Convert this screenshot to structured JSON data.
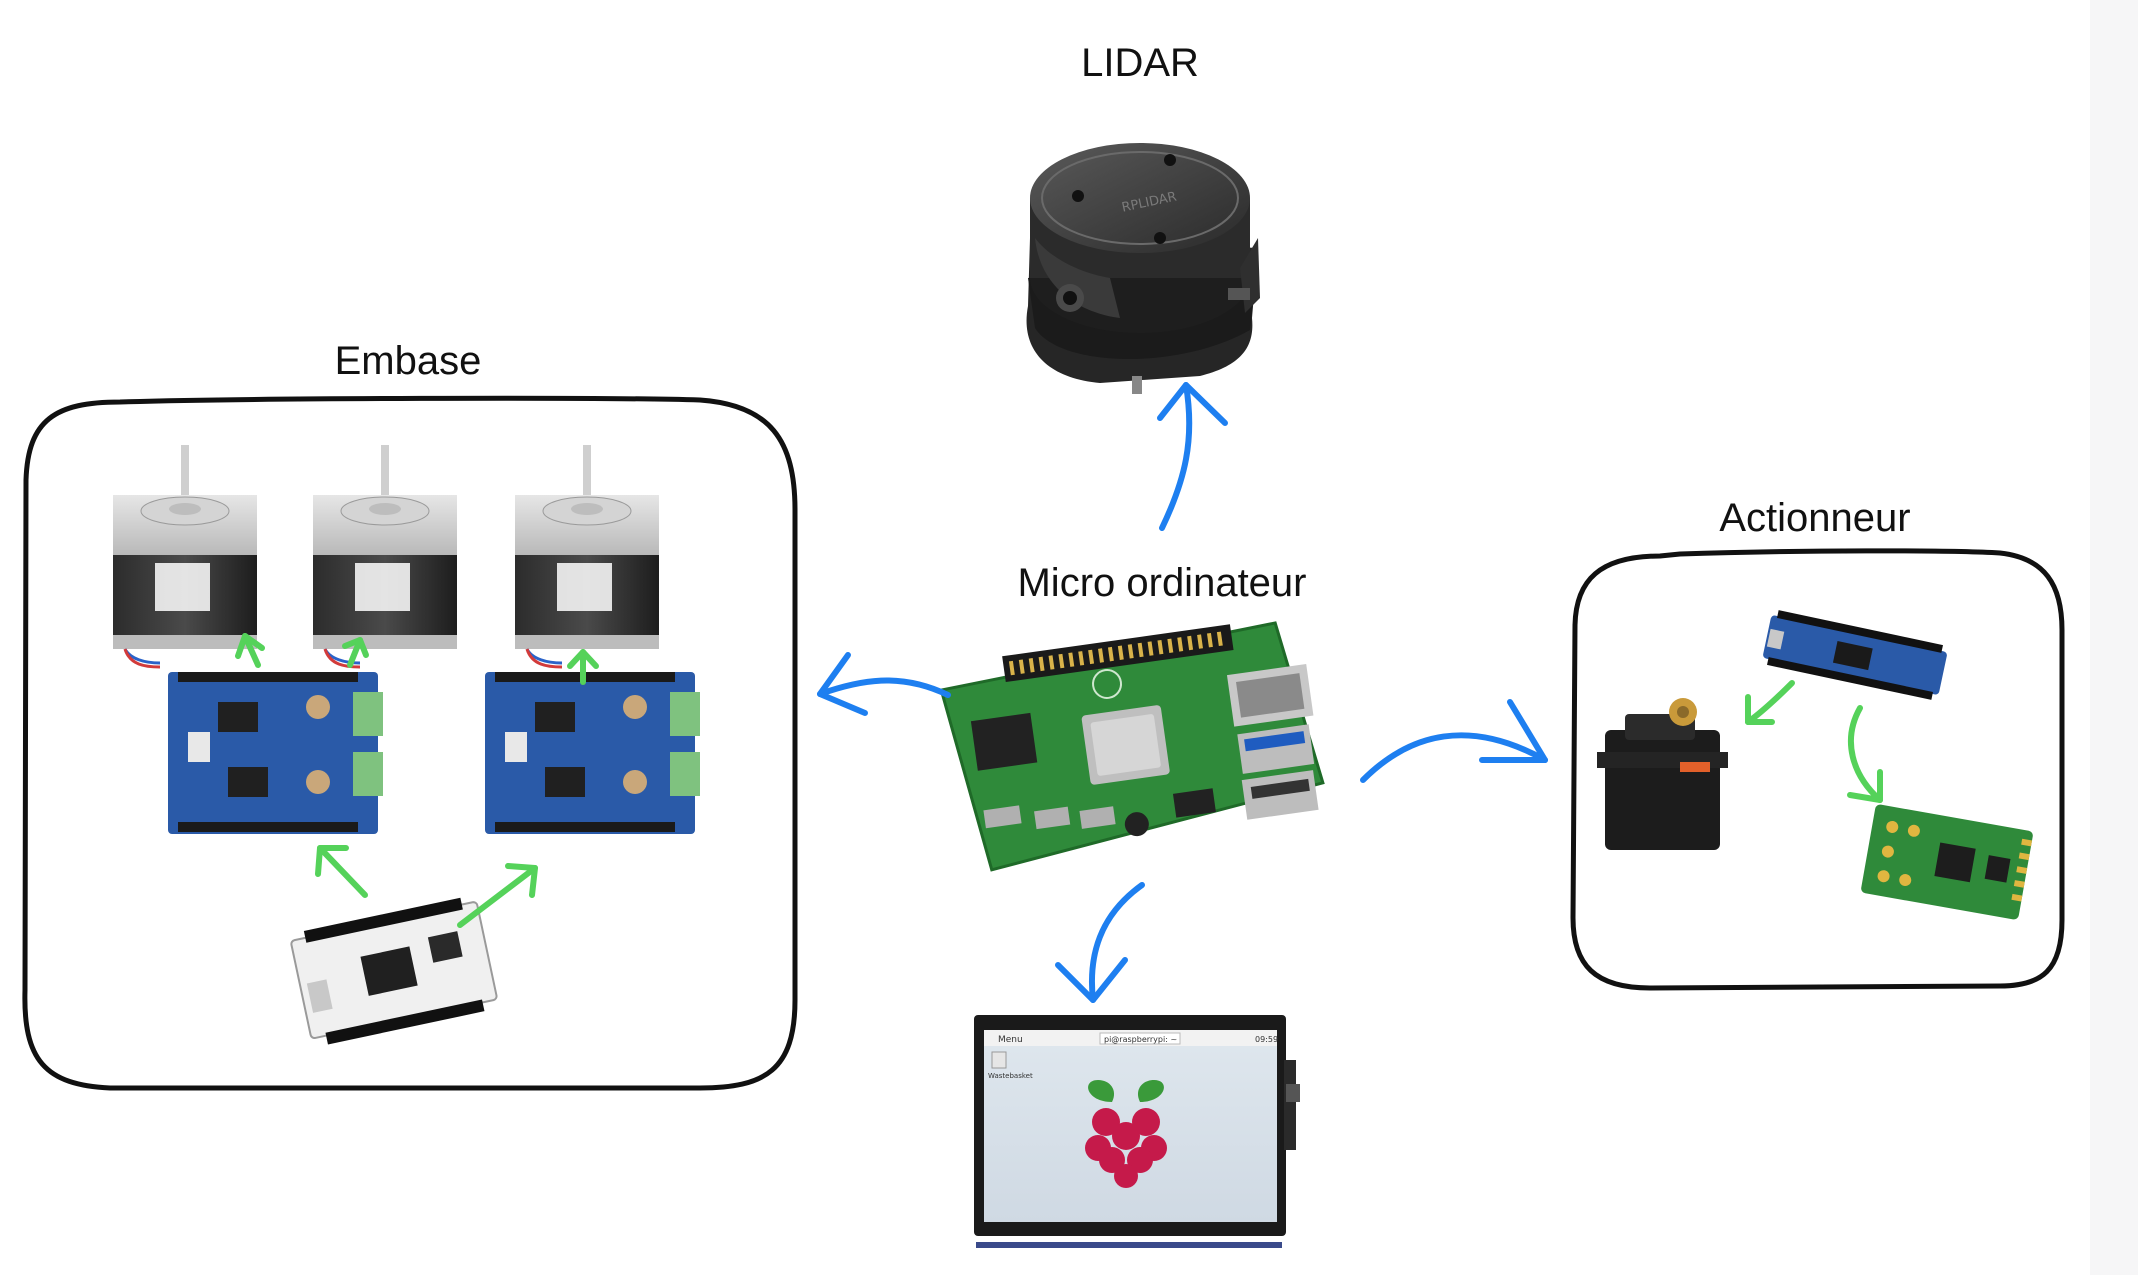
{
  "labels": {
    "lidar": "LIDAR",
    "embase": "Embase",
    "micro": "Micro ordinateur",
    "actionneur": "Actionneur"
  },
  "screen": {
    "taskbar_menu": "Menu",
    "taskbar_title": "pi@raspberrypi: ~",
    "taskbar_time": "09:59",
    "desktop_icon_label": "Wastebasket"
  },
  "lidar_device": {
    "brand_text": "RPLIDAR"
  },
  "colors": {
    "blue_arrow": "#1e7ff0",
    "green_arrow": "#55d25a",
    "box_stroke": "#111111",
    "pcb_blue": "#2a5aa8",
    "pcb_green": "#2f8a3a",
    "raspberry_red": "#c51a4a"
  },
  "icons": {
    "lidar": "lidar-sensor-icon",
    "raspberry_pi": "raspberry-pi-board-icon",
    "screen": "raspberry-pi-display-icon",
    "stepper_motor": "stepper-motor-icon",
    "motor_driver": "motor-driver-shield-icon",
    "nucleo": "nucleo-board-icon",
    "servo": "servo-motor-icon",
    "nano_board": "nucleo-32-board-icon",
    "sensor_board": "sensor-breakout-icon"
  }
}
